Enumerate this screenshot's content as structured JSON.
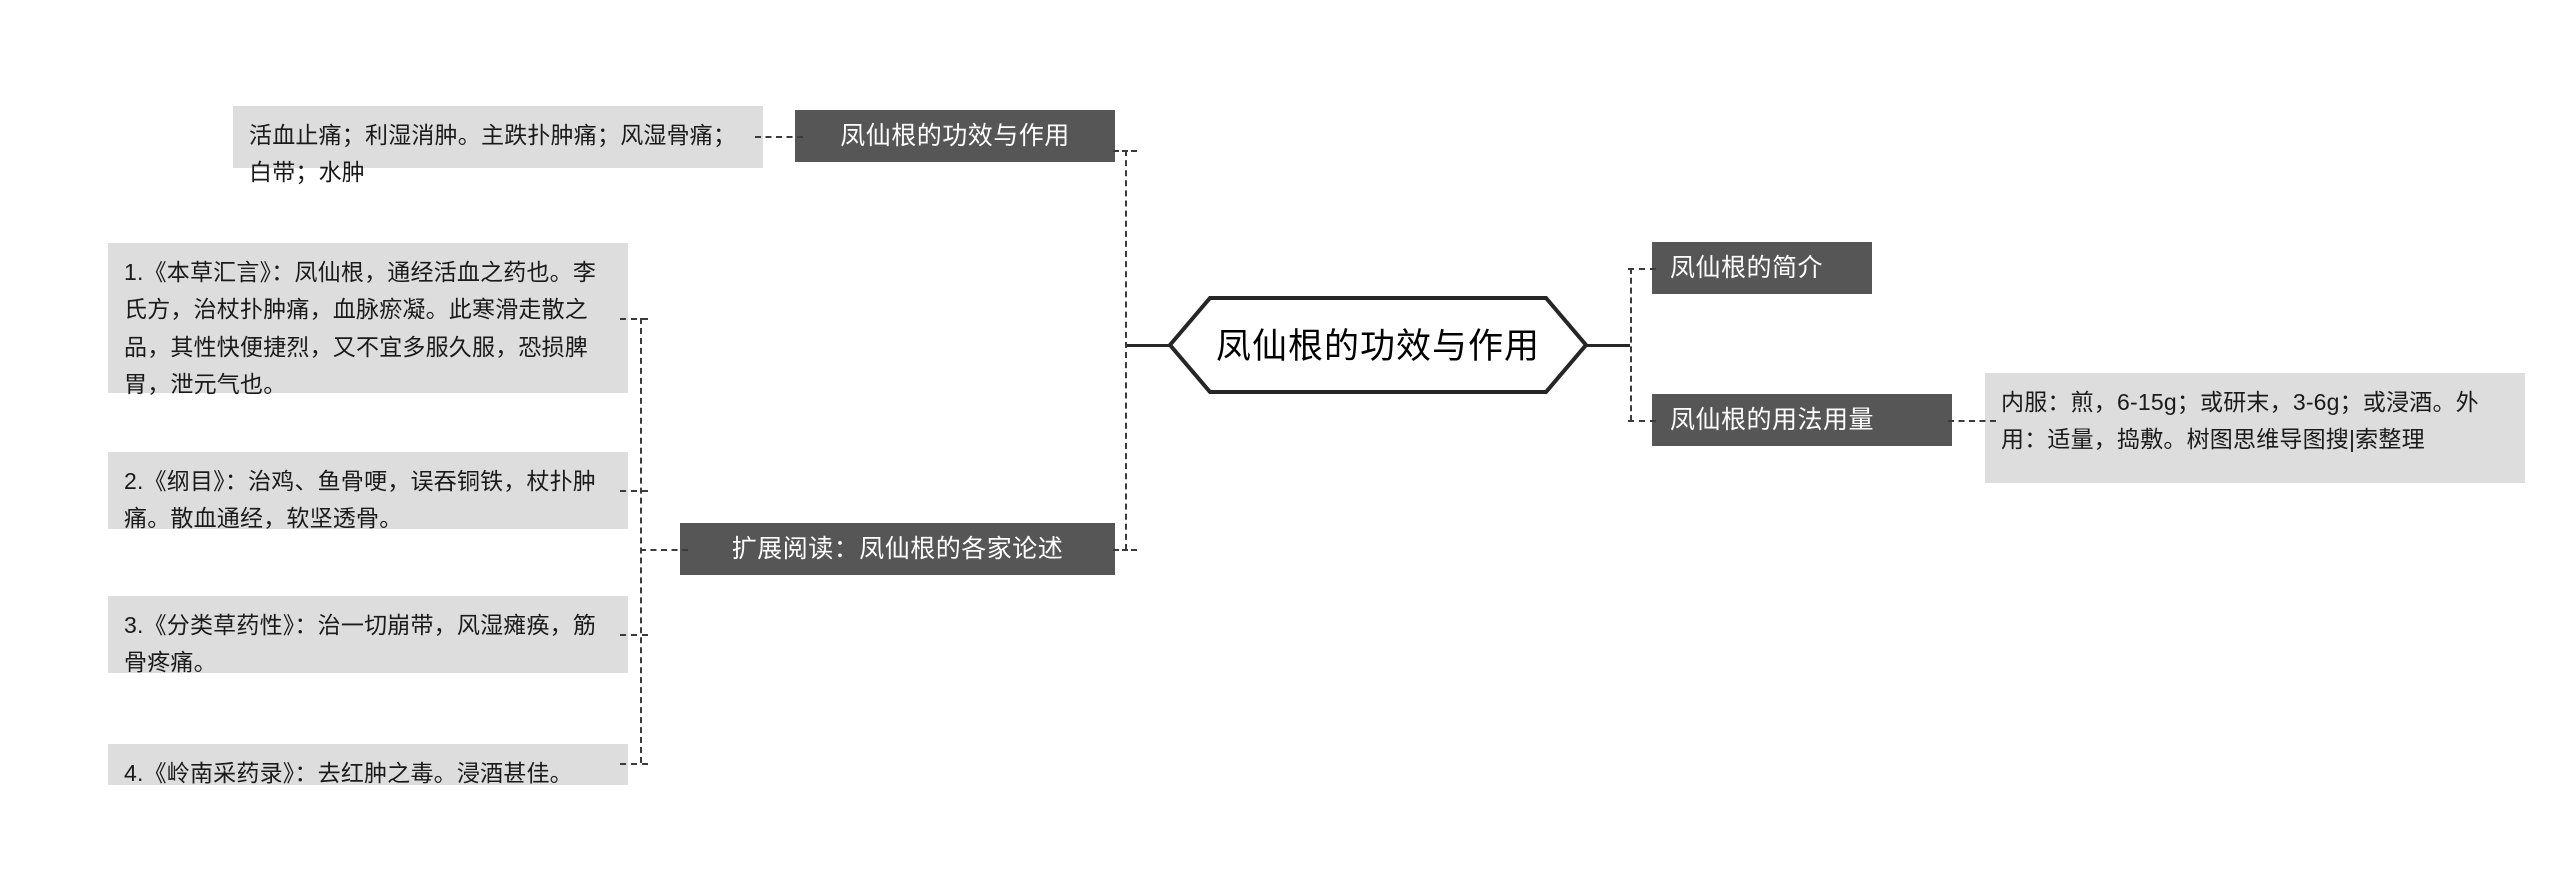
{
  "diagram": {
    "type": "mind-map",
    "root": {
      "label": "凤仙根的功效与作用"
    },
    "branches": [
      {
        "side": "left",
        "topic": "凤仙根的功效与作用",
        "details": [
          "活血止痛；利湿消肿。主跌扑肿痛；风湿骨痛；白带；水肿"
        ]
      },
      {
        "side": "left",
        "topic": "扩展阅读：凤仙根的各家论述",
        "details": [
          "1.《本草汇言》：凤仙根，通经活血之药也。李氏方，治杖扑肿痛，血脉瘀凝。此寒滑走散之品，其性快便捷烈，又不宜多服久服，恐损脾胃，泄元气也。",
          "2.《纲目》：治鸡、鱼骨哽，误吞铜铁，杖扑肿痛。散血通经，软坚透骨。",
          "3.《分类草药性》：治一切崩带，风湿瘫痪，筋骨疼痛。",
          "4.《岭南采药录》：去红肿之毒。浸酒甚佳。"
        ]
      },
      {
        "side": "right",
        "topic": "凤仙根的简介",
        "details": []
      },
      {
        "side": "right",
        "topic": "凤仙根的用法用量",
        "details": [
          "内服：煎，6-15g；或研末，3-6g；或浸酒。外用：适量，捣敷。树图思维导图搜|索整理"
        ]
      }
    ]
  },
  "nodes": {
    "leaf_efficacy": "活血止痛；利湿消肿。主跌扑肿痛；风湿骨痛；白带；水肿",
    "topic_efficacy": "凤仙根的功效与作用",
    "leaf_quote_1": "1.《本草汇言》：凤仙根，通经活血之药也。李氏方，治杖扑肿痛，血脉瘀凝。此寒滑走散之品，其性快便捷烈，又不宜多服久服，恐损脾胃，泄元气也。",
    "leaf_quote_2": "2.《纲目》：治鸡、鱼骨哽，误吞铜铁，杖扑肿痛。散血通经，软坚透骨。",
    "leaf_quote_3": "3.《分类草药性》：治一切崩带，风湿瘫痪，筋骨疼痛。",
    "leaf_quote_4": "4.《岭南采药录》：去红肿之毒。浸酒甚佳。",
    "topic_extended_reading": "扩展阅读：凤仙根的各家论述",
    "root_label": "凤仙根的功效与作用",
    "topic_intro": "凤仙根的简介",
    "topic_usage": "凤仙根的用法用量",
    "leaf_usage": "内服：煎，6-15g；或研末，3-6g；或浸酒。外用：适量，捣敷。树图思维导图搜|索整理"
  },
  "colors": {
    "topic_background": "#565656",
    "topic_text": "#ffffff",
    "leaf_background": "#dddddd",
    "leaf_text": "#1a1a1a",
    "connector": "#3b3b3b",
    "root_outline": "#262626",
    "canvas_background": "#ffffff"
  }
}
